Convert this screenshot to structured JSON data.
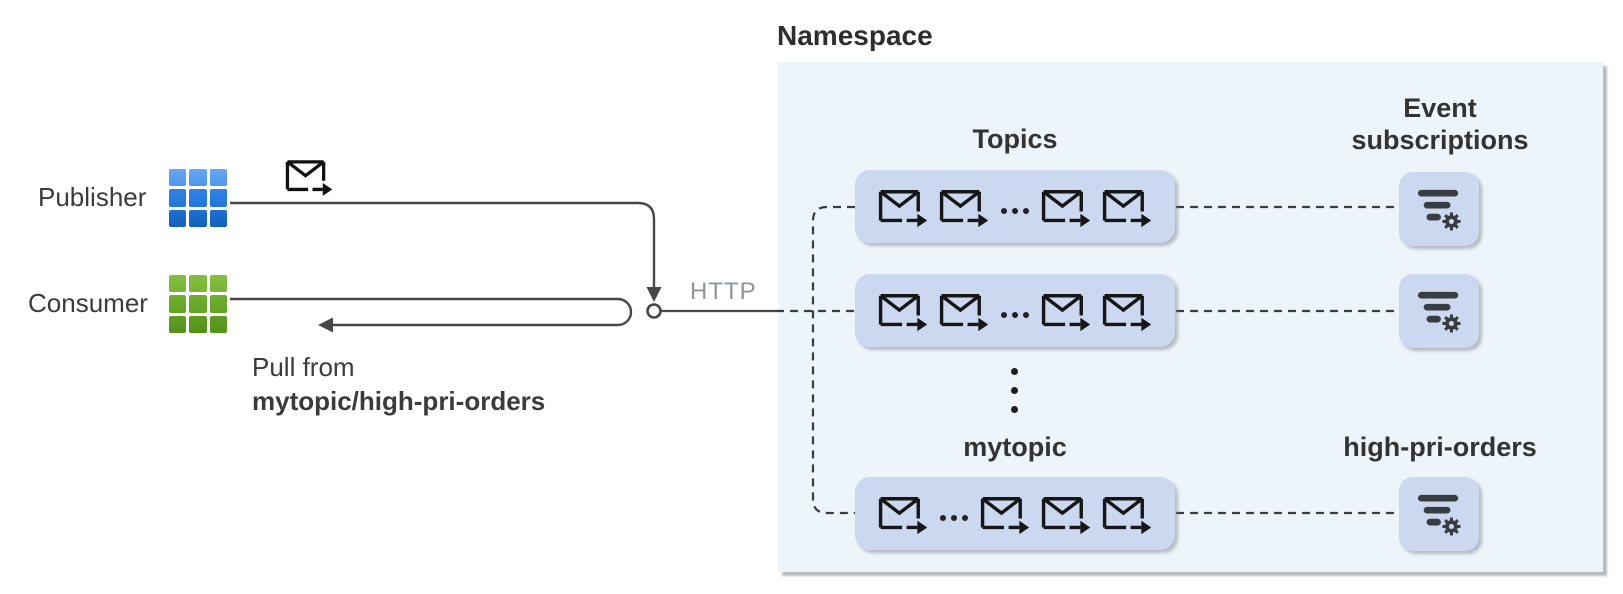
{
  "left_panel": {
    "publisher_label": "Publisher",
    "consumer_label": "Consumer",
    "publisher_icon": "blue-grid-app-icon",
    "consumer_icon": "green-grid-app-icon",
    "message_icon": "envelope-arrow-icon",
    "pull_caption_line1": "Pull from",
    "pull_caption_line2": "mytopic/high-pri-orders",
    "http_label": "HTTP"
  },
  "namespace": {
    "title": "Namespace",
    "topics_heading": "Topics",
    "event_subscriptions_heading": "Event subscriptions",
    "bottom_topic_label": "mytopic",
    "bottom_subscription_label": "high-pri-orders",
    "topic_rows": [
      {
        "name": "topic-row-1",
        "pattern": [
          "envelope",
          "envelope",
          "dots",
          "envelope",
          "envelope"
        ]
      },
      {
        "name": "topic-row-2",
        "pattern": [
          "envelope",
          "envelope",
          "dots",
          "envelope",
          "envelope"
        ]
      },
      {
        "name": "topic-row-3",
        "pattern": [
          "envelope",
          "dots",
          "envelope",
          "envelope",
          "envelope"
        ]
      }
    ],
    "subscription_boxes": [
      {
        "name": "event-subscription-1",
        "icon": "filter-gear-icon"
      },
      {
        "name": "event-subscription-2",
        "icon": "filter-gear-icon"
      },
      {
        "name": "event-subscription-3",
        "icon": "filter-gear-icon"
      }
    ],
    "vertical_ellipsis": "more-topics-ellipsis"
  },
  "colors": {
    "ink": "#3b3b3b",
    "line": "#474747",
    "http-gray": "#8f9499",
    "ns-bg": "#edf5fa",
    "tile": "#cbd8ef",
    "shadow": "#b8bcbf",
    "publisher-blue": "#2578d8",
    "consumer-green": "#6ead2d"
  }
}
